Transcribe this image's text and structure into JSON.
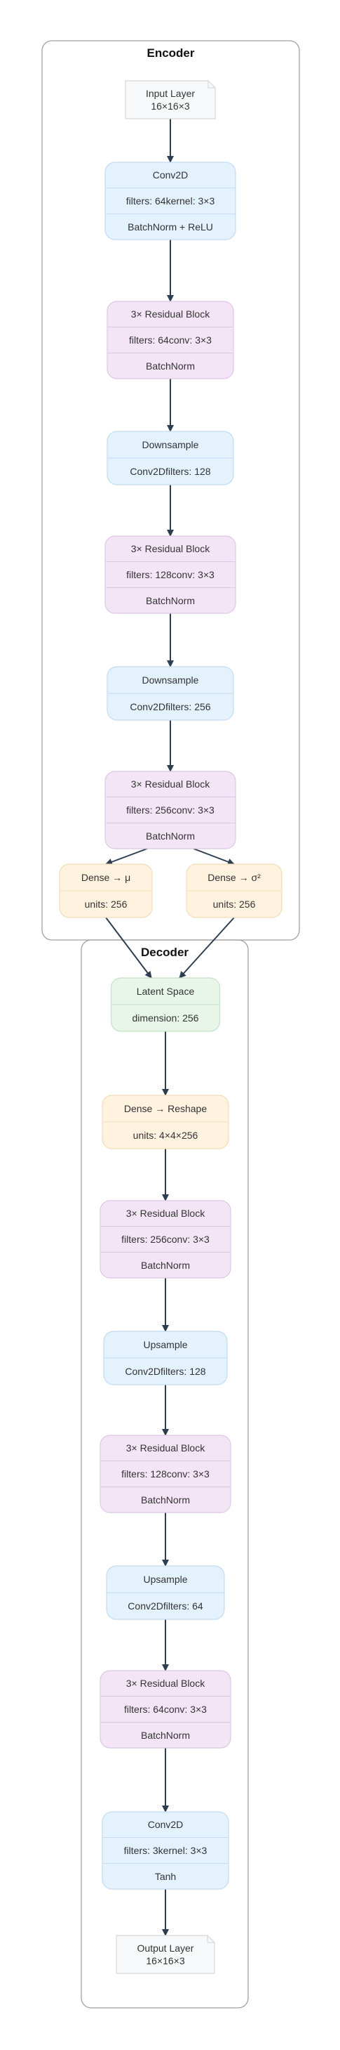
{
  "clusters": {
    "encoder": {
      "title": "Encoder"
    },
    "decoder": {
      "title": "Decoder"
    }
  },
  "colors": {
    "io_fill": "#f8f9fa",
    "io_stroke": "#d6d8db",
    "conv_fill": "#e3f2fd",
    "conv_stroke": "#c5dcf2",
    "res_fill": "#f3e5f5",
    "res_stroke": "#dcc8e3",
    "dense_fill": "#fff3e0",
    "dense_stroke": "#f2dcb8",
    "latent_fill": "#e8f5e9",
    "latent_stroke": "#c6e2c8",
    "cluster_stroke": "#a0a0a0",
    "edge": "#2d3e50"
  },
  "nodes": {
    "input_layer": {
      "lines": [
        "Input Layer",
        "16×16×3"
      ]
    },
    "enc_conv2d": {
      "lines": [
        "Conv2D",
        "filters: 64kernel: 3×3",
        "BatchNorm + ReLU"
      ]
    },
    "enc_res1": {
      "lines": [
        "3× Residual Block",
        "filters: 64conv: 3×3",
        "BatchNorm"
      ]
    },
    "enc_down1": {
      "lines": [
        "Downsample",
        "Conv2Dfilters: 128"
      ]
    },
    "enc_res2": {
      "lines": [
        "3× Residual Block",
        "filters: 128conv: 3×3",
        "BatchNorm"
      ]
    },
    "enc_down2": {
      "lines": [
        "Downsample",
        "Conv2Dfilters: 256"
      ]
    },
    "enc_res3": {
      "lines": [
        "3× Residual Block",
        "filters: 256conv: 3×3",
        "BatchNorm"
      ]
    },
    "dense_mu": {
      "lines": [
        "Dense → μ",
        "units: 256"
      ]
    },
    "dense_sigma": {
      "lines": [
        "Dense → σ²",
        "units: 256"
      ]
    },
    "latent": {
      "lines": [
        "Latent Space",
        "dimension: 256"
      ]
    },
    "dec_reshape": {
      "lines": [
        "Dense → Reshape",
        "units: 4×4×256"
      ]
    },
    "dec_res1": {
      "lines": [
        "3× Residual Block",
        "filters: 256conv: 3×3",
        "BatchNorm"
      ]
    },
    "dec_up1": {
      "lines": [
        "Upsample",
        "Conv2Dfilters: 128"
      ]
    },
    "dec_res2": {
      "lines": [
        "3× Residual Block",
        "filters: 128conv: 3×3",
        "BatchNorm"
      ]
    },
    "dec_up2": {
      "lines": [
        "Upsample",
        "Conv2Dfilters: 64"
      ]
    },
    "dec_res3": {
      "lines": [
        "3× Residual Block",
        "filters: 64conv: 3×3",
        "BatchNorm"
      ]
    },
    "dec_conv2d": {
      "lines": [
        "Conv2D",
        "filters: 3kernel: 3×3",
        "Tanh"
      ]
    },
    "output_layer": {
      "lines": [
        "Output Layer",
        "16×16×3"
      ]
    }
  },
  "edges": [
    [
      "input_layer",
      "enc_conv2d"
    ],
    [
      "enc_conv2d",
      "enc_res1"
    ],
    [
      "enc_res1",
      "enc_down1"
    ],
    [
      "enc_down1",
      "enc_res2"
    ],
    [
      "enc_res2",
      "enc_down2"
    ],
    [
      "enc_down2",
      "enc_res3"
    ],
    [
      "enc_res3",
      "dense_mu"
    ],
    [
      "enc_res3",
      "dense_sigma"
    ],
    [
      "dense_mu",
      "latent"
    ],
    [
      "dense_sigma",
      "latent"
    ],
    [
      "latent",
      "dec_reshape"
    ],
    [
      "dec_reshape",
      "dec_res1"
    ],
    [
      "dec_res1",
      "dec_up1"
    ],
    [
      "dec_up1",
      "dec_res2"
    ],
    [
      "dec_res2",
      "dec_up2"
    ],
    [
      "dec_up2",
      "dec_res3"
    ],
    [
      "dec_res3",
      "dec_conv2d"
    ],
    [
      "dec_conv2d",
      "output_layer"
    ]
  ]
}
